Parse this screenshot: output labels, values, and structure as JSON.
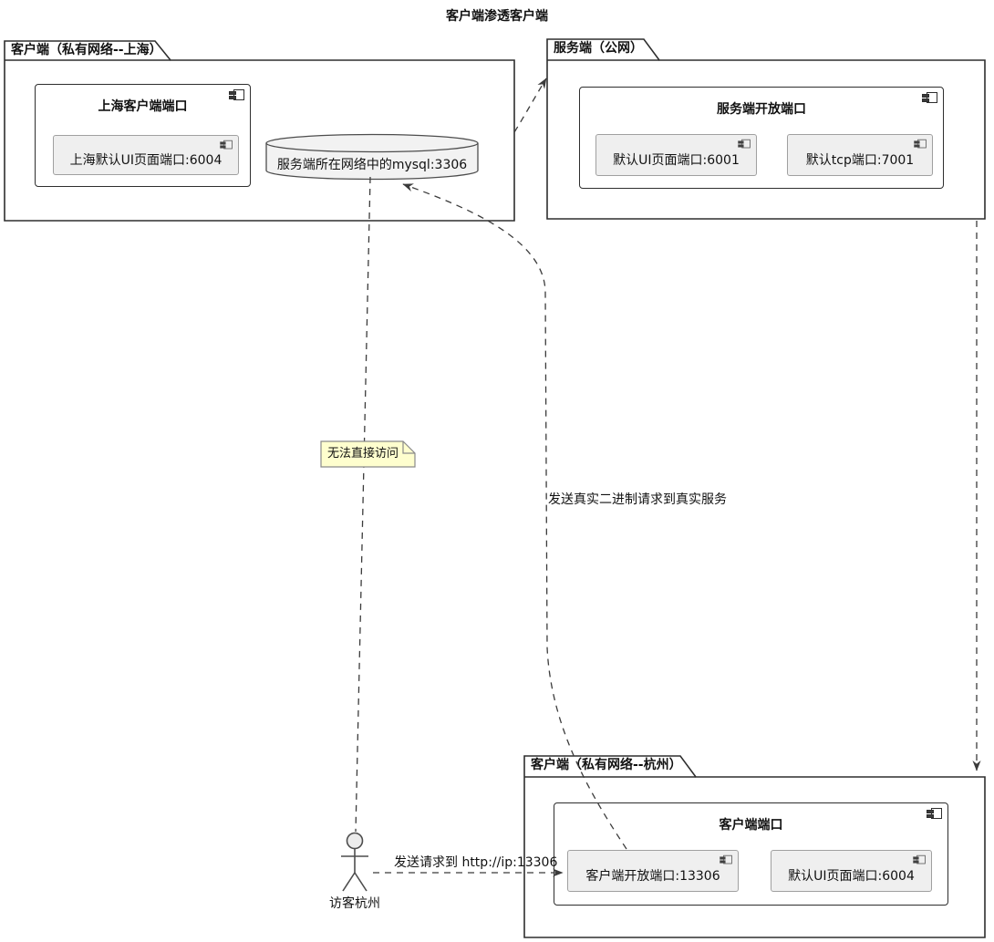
{
  "title": "客户端渗透客户端",
  "packages": {
    "shanghai": {
      "label": "客户端（私有网络--上海）",
      "component": {
        "title": "上海客户端端口",
        "ports": [
          {
            "label": "上海默认UI页面端口:6004"
          }
        ]
      },
      "database": {
        "label": "服务端所在网络中的mysql:3306"
      }
    },
    "server": {
      "label": "服务端（公网）",
      "component": {
        "title": "服务端开放端口",
        "ports": [
          {
            "label": "默认UI页面端口:6001"
          },
          {
            "label": "默认tcp端口:7001"
          }
        ]
      }
    },
    "hangzhou": {
      "label": "客户端（私有网络--杭州）",
      "component": {
        "title": "客户端端口",
        "ports": [
          {
            "label": "客户端开放端口:13306"
          },
          {
            "label": "默认UI页面端口:6004"
          }
        ]
      }
    }
  },
  "note": {
    "text": "无法直接访问"
  },
  "actor": {
    "label": "访客杭州"
  },
  "edges": {
    "visitor_request": {
      "label": "发送请求到 http://ip:13306"
    },
    "binary_request": {
      "label": "发送真实二进制请求到真实服务"
    }
  },
  "colors": {
    "node_border": "#2E2E2E",
    "port_fill": "#EFEFEF",
    "port_border": "#A0A0A0",
    "database_fill": "#F2F2F2",
    "note_fill": "#FEFECE",
    "note_border": "#8A8A8A",
    "line": "#3B3B3B"
  }
}
